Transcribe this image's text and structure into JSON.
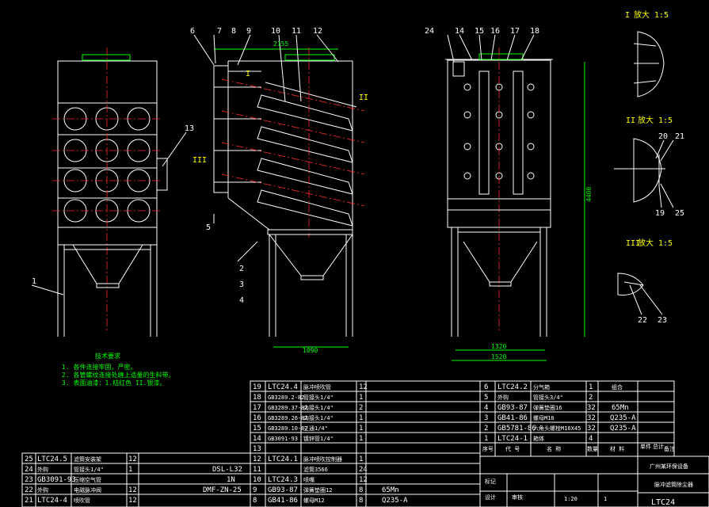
{
  "balloons": [
    "1",
    "2",
    "3",
    "4",
    "5",
    "6",
    "7",
    "8",
    "9",
    "10",
    "11",
    "12",
    "13",
    "14",
    "15",
    "16",
    "17",
    "18",
    "19",
    "20",
    "21",
    "22",
    "23",
    "24",
    "25"
  ],
  "views": {
    "side_marks": [
      "I",
      "II",
      "III"
    ],
    "detail_I": {
      "roman": "I",
      "label": "放大 1:5"
    },
    "detail_II": {
      "roman": "II",
      "label": "放大 1:5"
    },
    "detail_III": {
      "roman": "III",
      "label": "放大 1:5"
    }
  },
  "dimensions": {
    "side_width": "2155",
    "hopper_width": "1090",
    "height": "4400",
    "right_inner": "1320",
    "right_outer": "1520"
  },
  "tech_requirements": {
    "title": "技术要求",
    "items": [
      "1. 各件连接牢固，严密。",
      "2. 各管螺纹连接处缠上适量的生料带。",
      "3. 表面油漆：1.桔红色 II.银漆。"
    ]
  },
  "bom_middle": [
    {
      "no": "19",
      "code": "LTC24.4",
      "name": "脉冲喷吹管",
      "qty": "12"
    },
    {
      "no": "18",
      "code": "GB3289.2-82",
      "name": "管接头1/4\"",
      "qty": "1"
    },
    {
      "no": "17",
      "code": "GB3289.37-82",
      "name": "内接头1/4\"",
      "qty": "2"
    },
    {
      "no": "16",
      "code": "GB3289.26-82",
      "name": "内接头1/4\"",
      "qty": "1"
    },
    {
      "no": "15",
      "code": "GB3289.10-82",
      "name": "三通1/4\"",
      "qty": "1"
    },
    {
      "no": "14",
      "code": "GB3091-93",
      "name": "镀锌管1/4\"",
      "qty": "1"
    },
    {
      "no": "13",
      "code": "",
      "name": "",
      "qty": ""
    },
    {
      "no": "12",
      "code": "LTC24.1",
      "name": "脉冲喷吹控制器",
      "qty": "1"
    },
    {
      "no": "11",
      "code": "",
      "name": "滤筒3566",
      "qty": "24"
    },
    {
      "no": "10",
      "code": "LTC24.3",
      "name": "喷嘴",
      "qty": "12"
    },
    {
      "no": "9",
      "code": "GB93-87",
      "name": "弹簧垫圈12",
      "qty": "8",
      "mat": "65Mn"
    },
    {
      "no": "8",
      "code": "GB41-86",
      "name": "螺母M12",
      "qty": "8",
      "mat": "Q235-A"
    }
  ],
  "bom_left": [
    {
      "no": "25",
      "code": "LTC24.5",
      "name": "滤筒安装架",
      "qty": "12",
      "spec": ""
    },
    {
      "no": "24",
      "code": "外购",
      "name": "管接头1/4\"",
      "qty": "1",
      "spec": "DSL-L32"
    },
    {
      "no": "23",
      "code": "GB3091-93",
      "name": "压缩空气管",
      "qty": "",
      "spec": "1N"
    },
    {
      "no": "22",
      "code": "外购",
      "name": "电磁脉冲阀",
      "qty": "12",
      "spec": "DMF-ZN-25"
    },
    {
      "no": "21",
      "code": "LTC24-4",
      "name": "喷吹管",
      "qty": "12",
      "spec": ""
    }
  ],
  "bom_right": [
    {
      "no": "6",
      "code": "LTC24.2",
      "name": "分气箱",
      "qty": "1",
      "mat": "组合"
    },
    {
      "no": "5",
      "code": "外购",
      "name": "管接头3/4\"",
      "qty": "2",
      "mat": ""
    },
    {
      "no": "4",
      "code": "GB93-87",
      "name": "弹簧垫圈16",
      "qty": "32",
      "mat": "65Mn"
    },
    {
      "no": "3",
      "code": "GB41-86",
      "name": "螺母M16",
      "qty": "32",
      "mat": "Q235-A"
    },
    {
      "no": "2",
      "code": "GB5781-86",
      "name": "六角头螺栓M16X45",
      "qty": "32",
      "mat": "Q235-A"
    },
    {
      "no": "1",
      "code": "LTC24-1",
      "name": "箱体",
      "qty": "4",
      "mat": ""
    }
  ],
  "bom_header": {
    "no": "序号",
    "code": "代 号",
    "name": "名 称",
    "qty": "数量",
    "mat": "材 料",
    "unit_weight": "单件",
    "total_weight": "总计",
    "remark": "备注"
  },
  "title_block": {
    "company": "广州某环保设备",
    "drawing_name": "脉冲滤筒除尘器",
    "drawing_no": "LTC24",
    "scale": "1:20",
    "sheet": "1",
    "row_labels": [
      "标记",
      "设计",
      "审核"
    ]
  },
  "colors": {
    "background": "#000000",
    "lines": "#ffffff",
    "centerlines": "#ff2a2a",
    "dims": "#00ff00",
    "labels": "#ffff00"
  }
}
